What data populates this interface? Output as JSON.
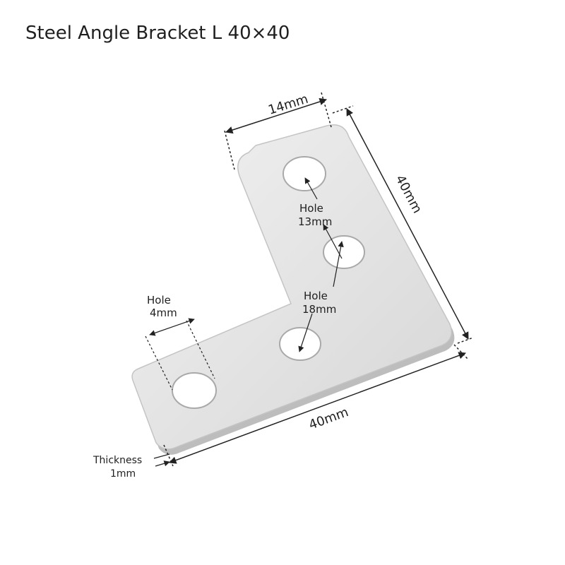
{
  "title": "Steel Angle Bracket L 40×40",
  "labels": {
    "top_width": "14mm",
    "right_height": "40mm",
    "bottom_width": "40mm",
    "hole_13_word": "Hole",
    "hole_13_size": "13mm",
    "hole_18_word": "Hole",
    "hole_18_size": "18mm",
    "hole_4_word": "Hole",
    "hole_4_size": "4mm",
    "thickness_word": "Thickness",
    "thickness_size": "1mm"
  },
  "colors": {
    "steel": "#e6e6e6",
    "steel_edge": "#b9b9b9",
    "line": "#222222"
  }
}
